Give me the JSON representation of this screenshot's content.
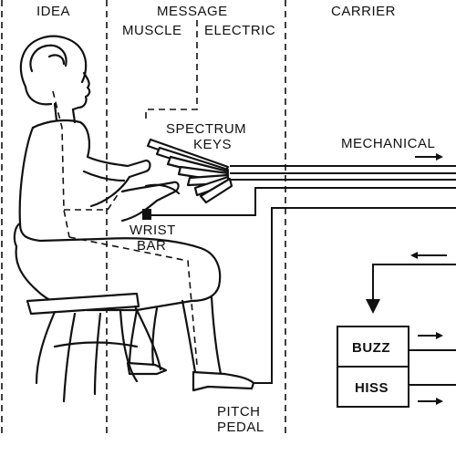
{
  "columns": {
    "idea": "IDEA",
    "message": "MESSAGE",
    "carrier": "CARRIER"
  },
  "message_sub": {
    "muscle": "MUSCLE",
    "electric": "ELECTRIC"
  },
  "labels": {
    "spectrum_line1": "SPECTRUM",
    "spectrum_line2": "KEYS",
    "mechanical": "MECHANICAL",
    "wrist_line1": "WRIST",
    "wrist_line2": "BAR",
    "pitch_line1": "PITCH",
    "pitch_line2": "PEDAL"
  },
  "boxes": {
    "buzz": "BUZZ",
    "hiss": "HISS"
  },
  "icons": [
    "arrow-right-icon",
    "arrow-left-icon",
    "arrow-down-icon"
  ]
}
